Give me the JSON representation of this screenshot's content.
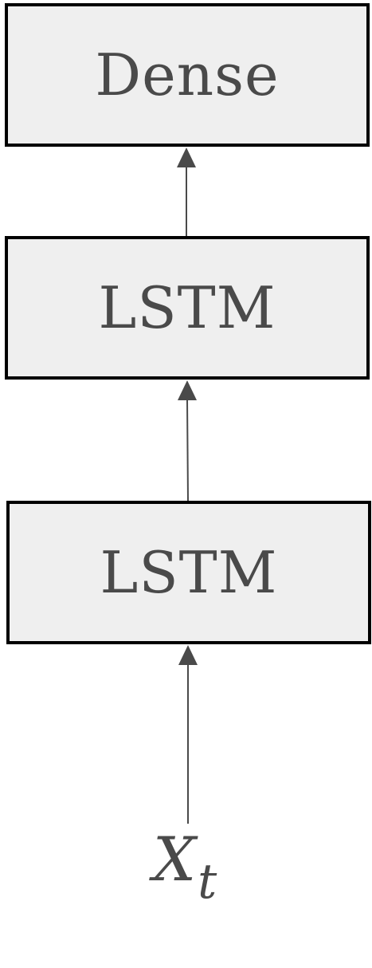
{
  "diagram": {
    "layers": {
      "dense": "Dense",
      "lstm_top": "LSTM",
      "lstm_bottom": "LSTM"
    },
    "input": {
      "symbol": "X",
      "subscript": "t"
    },
    "colors": {
      "box_fill": "#efefef",
      "box_border": "#000000",
      "text": "#4a4a4a",
      "arrow": "#4a4a4a"
    }
  }
}
